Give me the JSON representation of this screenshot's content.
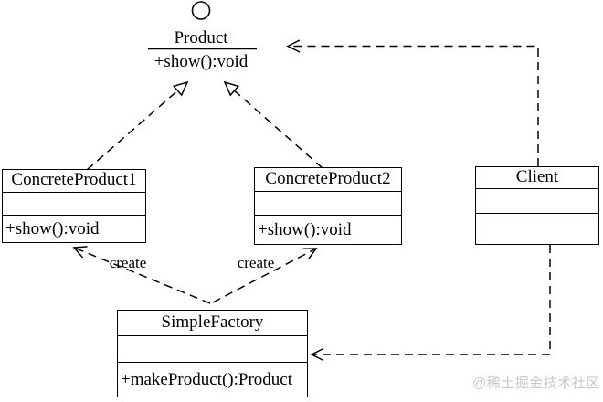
{
  "diagram": {
    "interface": {
      "name": "Product",
      "method": "+show():void"
    },
    "classes": {
      "concrete_product_1": {
        "name": "ConcreteProduct1",
        "attributes": "",
        "methods": "+show():void"
      },
      "concrete_product_2": {
        "name": "ConcreteProduct2",
        "attributes": "",
        "methods": "+show():void"
      },
      "client": {
        "name": "Client",
        "attributes": "",
        "methods": ""
      },
      "simple_factory": {
        "name": "SimpleFactory",
        "attributes": "",
        "methods": "+makeProduct():Product"
      }
    },
    "edges": [
      {
        "type": "realization",
        "from": "ConcreteProduct1",
        "to": "Product",
        "label": ""
      },
      {
        "type": "realization",
        "from": "ConcreteProduct2",
        "to": "Product",
        "label": ""
      },
      {
        "type": "dependency",
        "from": "SimpleFactory",
        "to": "ConcreteProduct1",
        "label": "create"
      },
      {
        "type": "dependency",
        "from": "SimpleFactory",
        "to": "ConcreteProduct2",
        "label": "create"
      },
      {
        "type": "dependency",
        "from": "Client",
        "to": "Product",
        "label": ""
      },
      {
        "type": "dependency",
        "from": "Client",
        "to": "SimpleFactory",
        "label": ""
      }
    ],
    "watermark": "@稀土掘金技术社区",
    "colors": {
      "line": "#000000",
      "background": "#ffffff",
      "watermark": "#c9c9c9"
    }
  }
}
